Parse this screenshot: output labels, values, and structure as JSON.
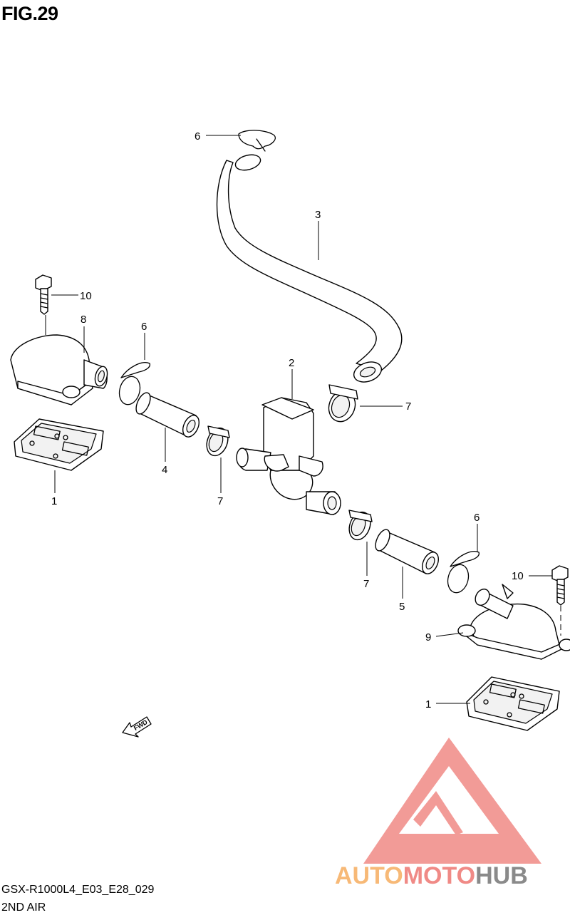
{
  "figure": {
    "title": "FIG.29",
    "code": "GSX-R1000L4_E03_E28_029",
    "name": "2ND AIR"
  },
  "callouts": {
    "c1a": "1",
    "c1b": "1",
    "c2": "2",
    "c3": "3",
    "c4": "4",
    "c5": "5",
    "c6a": "6",
    "c6b": "6",
    "c6c": "6",
    "c7a": "7",
    "c7b": "7",
    "c7c": "7",
    "c8": "8",
    "c9": "9",
    "c10a": "10",
    "c10b": "10"
  },
  "fwd_label": "FWD",
  "watermark": {
    "part1": "AUTO",
    "part2": "MOTO",
    "part3": "HUB",
    "color1": "#f7b977",
    "color2": "#f08a86",
    "color3": "#8a8a8a"
  }
}
